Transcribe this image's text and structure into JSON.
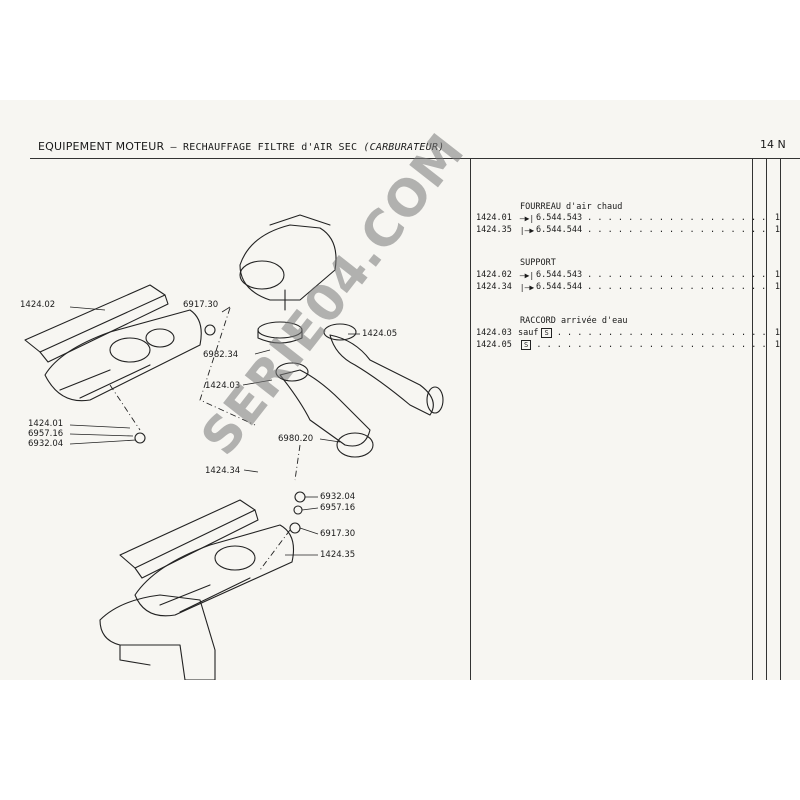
{
  "header": {
    "title": "EQUIPEMENT MOTEUR",
    "dash": "—",
    "subtitle": "RECHAUFFAGE FILTRE d'AIR SEC",
    "qualifier": "(CARBURATEUR)",
    "page_number": "14 N"
  },
  "reference_groups": [
    {
      "title": "FOURREAU d'air chaud",
      "rows": [
        {
          "code": "1424.01",
          "arrow": "—▶|",
          "number": "6.544.543",
          "qty": "1"
        },
        {
          "code": "1424.35",
          "arrow": "|—▶",
          "number": "6.544.544",
          "qty": "1"
        }
      ]
    },
    {
      "title": "SUPPORT",
      "rows": [
        {
          "code": "1424.02",
          "arrow": "—▶|",
          "number": "6.544.543",
          "qty": "1"
        },
        {
          "code": "1424.34",
          "arrow": "|—▶",
          "number": "6.544.544",
          "qty": "1"
        }
      ]
    },
    {
      "title": "RACCORD arrivée d'eau",
      "rows": [
        {
          "code": "1424.03",
          "prefix": "sauf",
          "badge": "S",
          "qty": "1"
        },
        {
          "code": "1424.05",
          "badge": "S",
          "qty": "1"
        }
      ]
    }
  ],
  "diagram_labels": {
    "l_1424_02": "1424.02",
    "l_6917_30_a": "6917.30",
    "l_6982_34": "6982.34",
    "l_1424_05": "1424.05",
    "l_1424_03": "1424.03",
    "l_1424_01": "1424.01",
    "l_6957_16_a": "6957.16",
    "l_6932_04_a": "6932.04",
    "l_6980_20": "6980.20",
    "l_1424_34": "1424.34",
    "l_6932_04_b": "6932.04",
    "l_6957_16_b": "6957.16",
    "l_6917_30_b": "6917.30",
    "l_1424_35": "1424.35"
  },
  "watermark": "SERIE04.COM",
  "colors": {
    "paper": "#f7f6f2",
    "ink": "#1a1a1a",
    "watermark": "#8a8a8a"
  }
}
